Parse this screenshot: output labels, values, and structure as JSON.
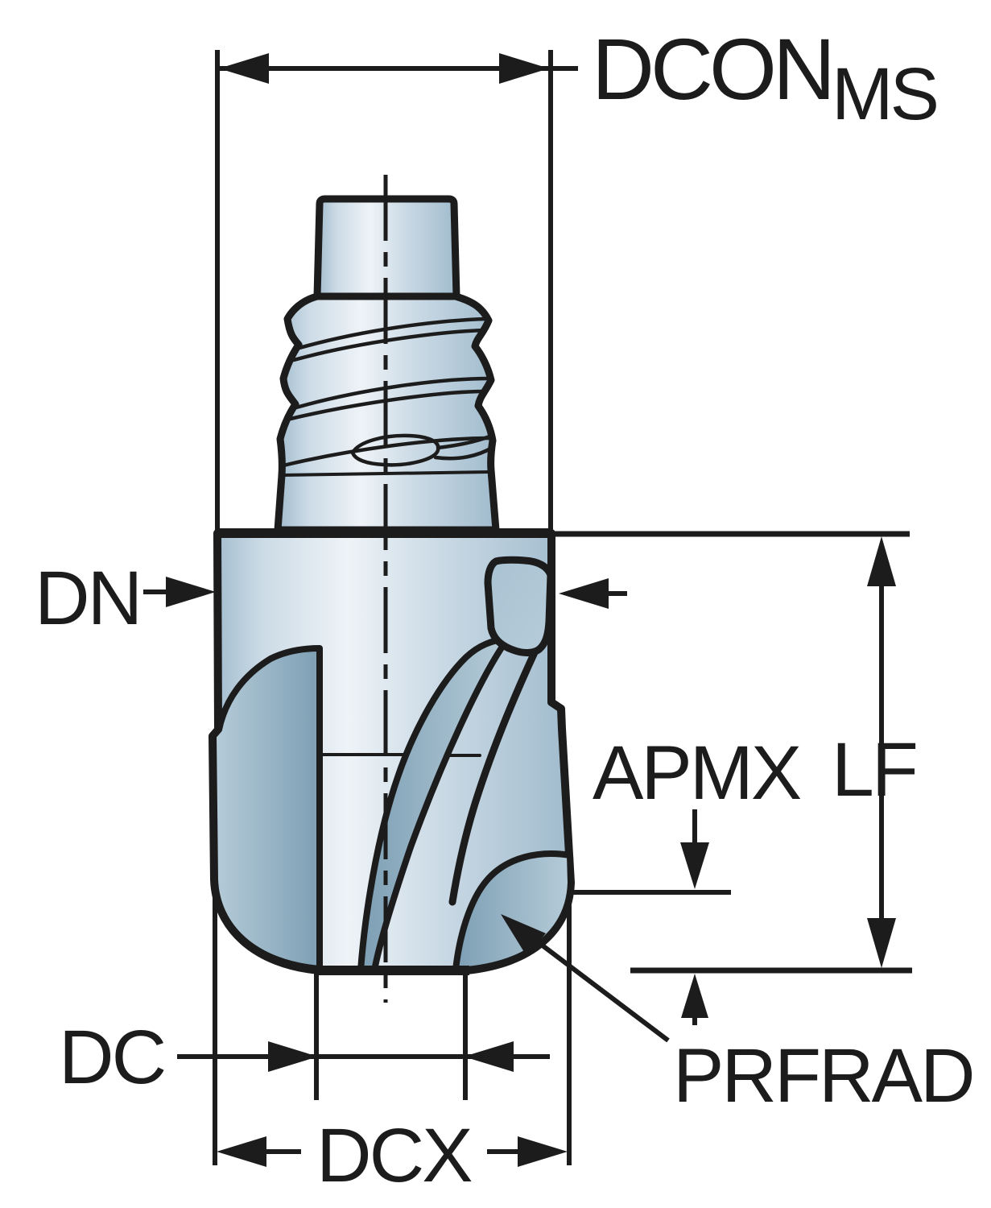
{
  "figure": {
    "title": "Milling head dimension drawing",
    "view": "Side view of exchangeable-head end mill with threaded coupling, shown with dimension call-outs"
  },
  "dimension_labels": {
    "dcon": {
      "text": "DCON",
      "subscript": "MS"
    },
    "dn": {
      "text": "DN"
    },
    "apmx": {
      "text": "APMX"
    },
    "lf": {
      "text": "LF"
    },
    "dc": {
      "text": "DC"
    },
    "dcx": {
      "text": "DCX"
    },
    "prfrad": {
      "text": "PRFRAD"
    }
  },
  "colors": {
    "ink": "#1c1c1c",
    "background": "#ffffff",
    "body_highlight": "#eef3f7",
    "body_light": "#ccdbe6",
    "body_shadow": "#a0bbcd",
    "flute_dark": "#7d9fb4",
    "flute_light": "#b6ccd9",
    "pocket": "#a9c2d2"
  }
}
